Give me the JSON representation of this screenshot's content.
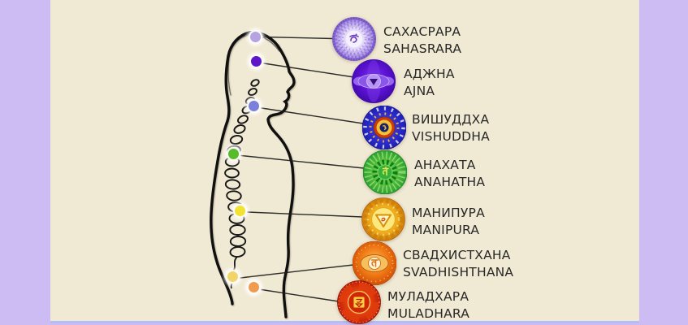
{
  "theme": {
    "frame_color": "#cdbcf4",
    "canvas_color": "#f0e9d3",
    "divider_color": "#b5bcf7",
    "text_color": "#282828",
    "connector_color": "#1c1c1c"
  },
  "chakras": [
    {
      "name": "sahasrara",
      "label_ru": "САХАСРАРА",
      "label_en": "SAHASRARA",
      "dot_color": "#b7a3e2",
      "primary_color": "#8a6cd0",
      "body_point": "crown"
    },
    {
      "name": "ajna",
      "label_ru": "АДЖНА",
      "label_en": "AJNA",
      "dot_color": "#5d17c9",
      "primary_color": "#4a0cb8",
      "body_point": "third-eye"
    },
    {
      "name": "vishuddha",
      "label_ru": "ВИШУДДХА",
      "label_en": "VISHUDDHA",
      "dot_color": "#7b80da",
      "primary_color": "#2727c2",
      "body_point": "throat"
    },
    {
      "name": "anahata",
      "label_ru": "АНАХАТА",
      "label_en": "ANAHATHA",
      "dot_color": "#57bb2b",
      "primary_color": "#28a436",
      "body_point": "heart"
    },
    {
      "name": "manipura",
      "label_ru": "МАНИПУРА",
      "label_en": "MANIPURA",
      "dot_color": "#f2e232",
      "primary_color": "#e89a12",
      "body_point": "solar-plexus"
    },
    {
      "name": "svadhishthana",
      "label_ru": "СВАДХИСТХАНА",
      "label_en": "SVADHISHTHANA",
      "dot_color": "#f3d469",
      "primary_color": "#ee6e10",
      "body_point": "sacral"
    },
    {
      "name": "muladhara",
      "label_ru": "МУЛАДХАРА",
      "label_en": "MULADHARA",
      "dot_color": "#f09c50",
      "primary_color": "#d83010",
      "body_point": "root"
    }
  ]
}
